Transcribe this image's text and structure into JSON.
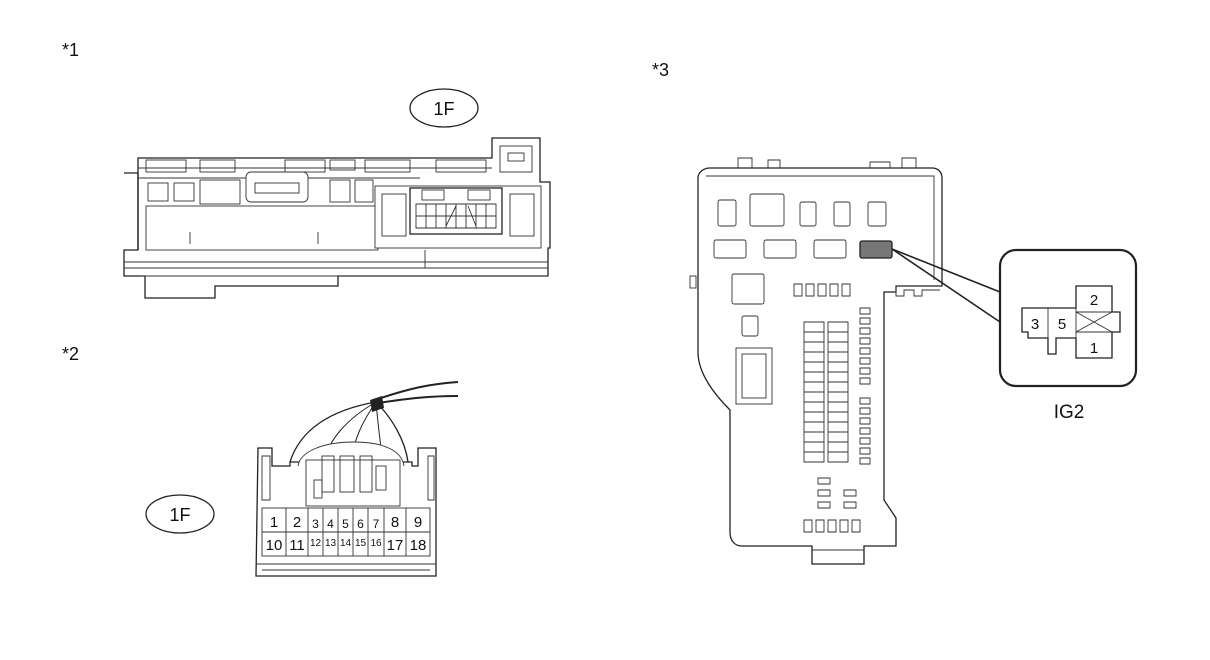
{
  "views": [
    {
      "id": "v1",
      "label": "*1",
      "connector_code": "1F"
    },
    {
      "id": "v2",
      "label": "*2",
      "connector_code": "1F"
    },
    {
      "id": "v3",
      "label": "*3",
      "callout": "IG2"
    }
  ],
  "connector_1F_pins": {
    "top": [
      "1",
      "2",
      "3",
      "4",
      "5",
      "6",
      "7",
      "8",
      "9"
    ],
    "bottom": [
      "10",
      "11",
      "12",
      "13",
      "14",
      "15",
      "16",
      "17",
      "18"
    ]
  },
  "relay_IG2_terminals": {
    "left_a": "3",
    "left_b": "5",
    "right_top": "2",
    "right_bottom": "1"
  }
}
